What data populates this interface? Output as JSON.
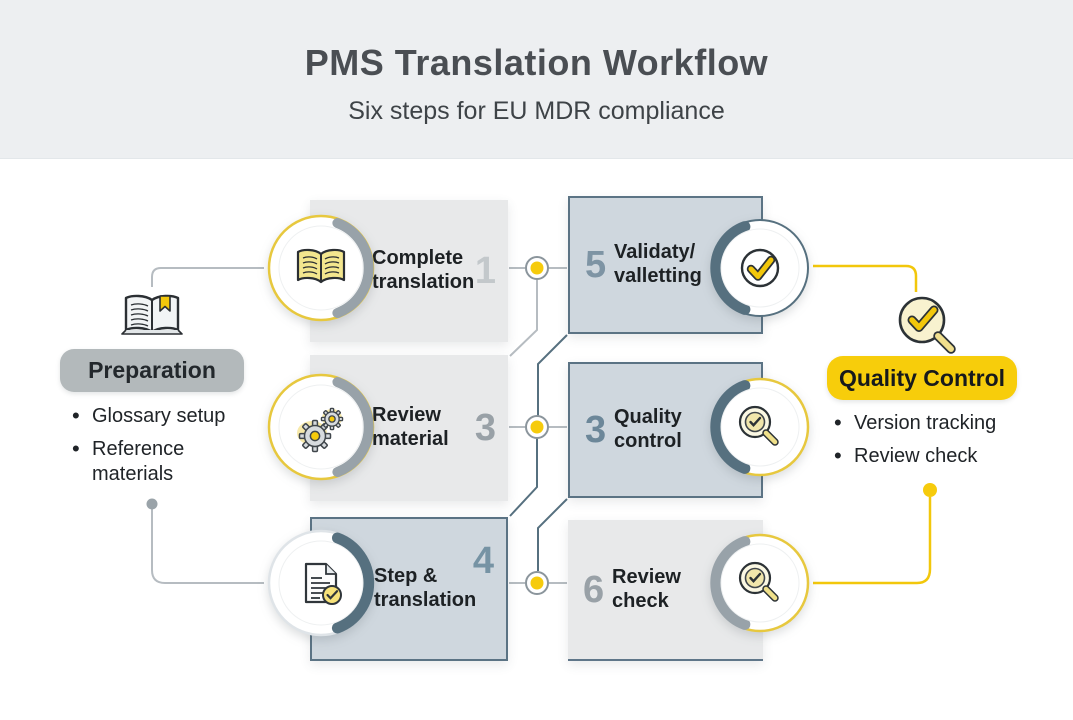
{
  "header": {
    "title": "PMS Translation Workflow",
    "subtitle": "Six steps for EU MDR compliance"
  },
  "left_panel": {
    "icon": "open-book-bookmark-icon",
    "label": "Preparation",
    "bullets": [
      "Glossary setup",
      "Reference materials"
    ]
  },
  "right_panel": {
    "icon": "magnifier-check-icon",
    "label": "Quality Control",
    "bullets": [
      "Version tracking",
      "Review check"
    ]
  },
  "cards": [
    {
      "number": "1",
      "title": "Complete translation",
      "icon": "open-book-icon",
      "style": "light-gray"
    },
    {
      "number": "3",
      "title": "Review material",
      "icon": "gears-icon",
      "style": "light-gray"
    },
    {
      "number": "4",
      "title": "Step & translation",
      "icon": "document-check-icon",
      "style": "blue-gray"
    },
    {
      "number": "5",
      "title": "Validaty/ valletting",
      "icon": "check-circle-icon",
      "style": "blue-gray"
    },
    {
      "number": "3",
      "title": "Quality control",
      "icon": "magnifier-check-icon",
      "style": "blue-gray"
    },
    {
      "number": "6",
      "title": "Review check",
      "icon": "magnifier-check-icon",
      "style": "light-gray"
    }
  ],
  "colors": {
    "accent_yellow": "#f6cb0c",
    "blue_card": "#cfd7de",
    "blue_border": "#5b7384",
    "light_card": "#e8e9ea",
    "gray_pill": "#b3b9bb",
    "yellow_pill": "#f7cd0b",
    "header_bg": "#edeff1",
    "dark_text": "#1d2124",
    "line_gray": "#b6bcc1",
    "line_dark": "#56707f"
  }
}
